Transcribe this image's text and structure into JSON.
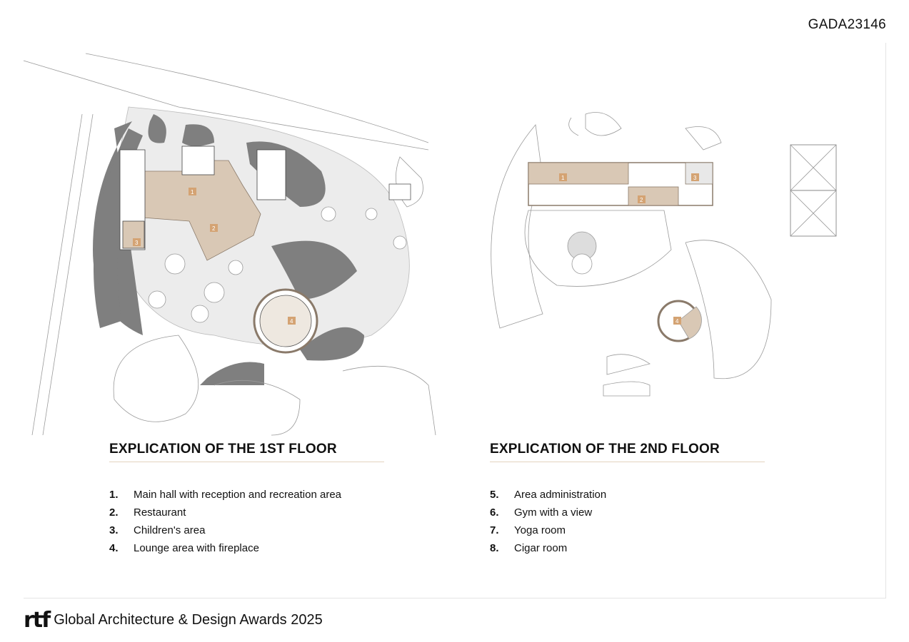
{
  "project_code": "GADA23146",
  "floor1": {
    "heading": "EXPLICATION OF THE 1ST FLOOR",
    "markers": [
      "1",
      "2",
      "3",
      "4"
    ],
    "items": [
      {
        "num": "1.",
        "label": "Main hall with reception and recreation area"
      },
      {
        "num": "2.",
        "label": "Restaurant"
      },
      {
        "num": "3.",
        "label": "Children's area"
      },
      {
        "num": "4.",
        "label": "Lounge area with fireplace"
      }
    ]
  },
  "floor2": {
    "heading": "EXPLICATION OF THE 2ND FLOOR",
    "markers": [
      "1",
      "2",
      "3",
      "4"
    ],
    "items": [
      {
        "num": "5.",
        "label": "Area administration"
      },
      {
        "num": "6.",
        "label": "Gym with a view"
      },
      {
        "num": "7.",
        "label": "Yoga room"
      },
      {
        "num": "8.",
        "label": "Cigar room"
      }
    ]
  },
  "footer": {
    "logo": "rtf",
    "text": "Global Architecture & Design Awards 2025"
  },
  "colors": {
    "marker": "#d4a373",
    "zone": "#d9c8b5",
    "dark": "#7b7b7b",
    "paving": "#e9e9e9"
  }
}
